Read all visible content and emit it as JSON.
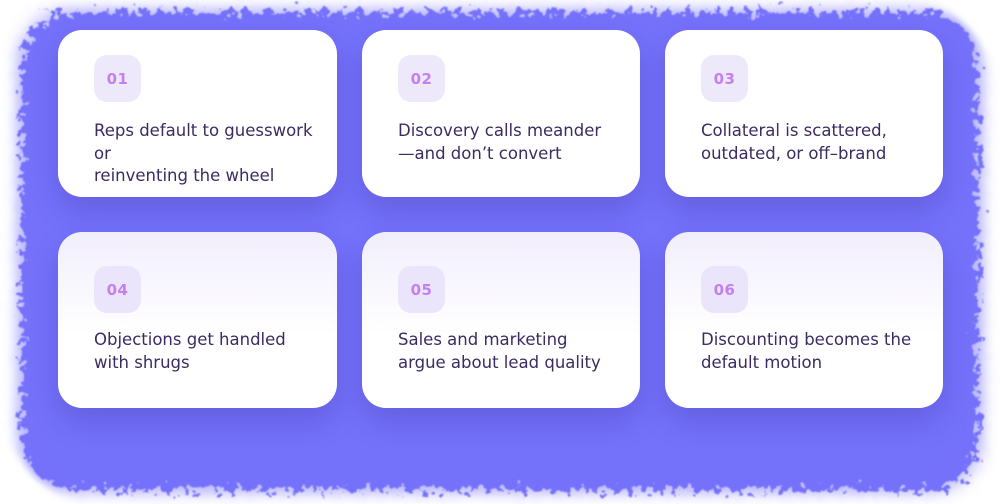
{
  "colors": {
    "background_purple": "#7471FB",
    "card_background": "#FFFFFF",
    "card_gradient_top": "#F1EEFC",
    "badge_background": "#EDE9FB",
    "badge_text": "#C580EE",
    "body_text": "#3B2B61"
  },
  "cards": [
    {
      "number": "01",
      "text": "Reps default to guesswork or\nreinventing the wheel"
    },
    {
      "number": "02",
      "text": "Discovery calls meander\n—and don’t convert"
    },
    {
      "number": "03",
      "text": "Collateral is scattered,\noutdated, or off–brand"
    },
    {
      "number": "04",
      "text": "Objections get handled\nwith shrugs"
    },
    {
      "number": "05",
      "text": "Sales and marketing\nargue about lead quality"
    },
    {
      "number": "06",
      "text": "Discounting becomes the\ndefault motion"
    }
  ]
}
